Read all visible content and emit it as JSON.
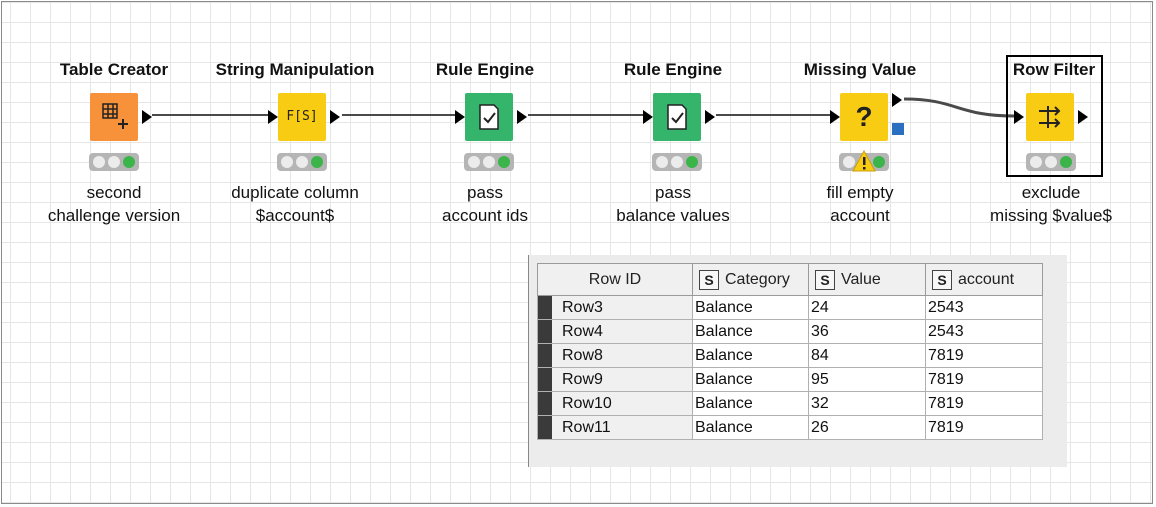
{
  "nodes": [
    {
      "title": "Table Creator",
      "desc1": "second",
      "desc2": "challenge version",
      "icon": "table-plus-icon",
      "color": "#f7923b"
    },
    {
      "title": "String Manipulation",
      "desc1": "duplicate column",
      "desc2": "$account$",
      "icon": "fs-formula-icon",
      "color": "#f9cc14"
    },
    {
      "title": "Rule Engine",
      "desc1": "pass",
      "desc2": "account ids",
      "icon": "rule-doc-icon",
      "color": "#34b56b"
    },
    {
      "title": "Rule Engine",
      "desc1": "pass",
      "desc2": "balance values",
      "icon": "rule-doc-icon",
      "color": "#34b56b"
    },
    {
      "title": "Missing Value",
      "desc1": "fill empty",
      "desc2": "account",
      "icon": "question-icon",
      "color": "#f9cc14"
    },
    {
      "title": "Row Filter",
      "desc1": "exclude",
      "desc2": "missing $value$",
      "icon": "filter-arrows-icon",
      "color": "#f9cc14"
    }
  ],
  "icon_glyphs": {
    "fs": "F[S]",
    "question": "?"
  },
  "table": {
    "headers": {
      "rowid": "Row ID",
      "col1": "Category",
      "col2": "Value",
      "col3": "account",
      "type_badge": "S"
    },
    "rows": [
      {
        "id": "Row3",
        "category": "Balance",
        "value": "24",
        "account": "2543"
      },
      {
        "id": "Row4",
        "category": "Balance",
        "value": "36",
        "account": "2543"
      },
      {
        "id": "Row8",
        "category": "Balance",
        "value": "84",
        "account": "7819"
      },
      {
        "id": "Row9",
        "category": "Balance",
        "value": "95",
        "account": "7819"
      },
      {
        "id": "Row10",
        "category": "Balance",
        "value": "32",
        "account": "7819"
      },
      {
        "id": "Row11",
        "category": "Balance",
        "value": "26",
        "account": "7819"
      }
    ]
  },
  "colors": {
    "status_green": "#3bb44a",
    "warning_yellow": "#f9cc14",
    "flow_port_blue": "#2a6fc0"
  }
}
